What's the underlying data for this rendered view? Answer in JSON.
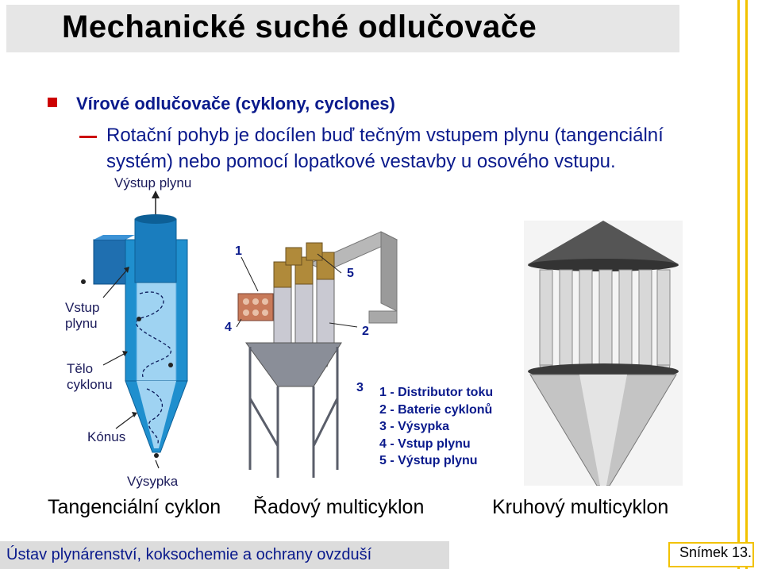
{
  "title": "Mechanické suché odlučovače",
  "bullet": "Vírové odlučovače (cyklony, cyclones)",
  "subbullet": "Rotační pohyb je docílen buď tečným vstupem plynu (tangenciální systém) nebo pomocí lopatkové vestavby u osového vstupu.",
  "cyclone_labels": {
    "outlet": "Výstup plynu",
    "inlet_line1": "Vstup",
    "inlet_line2": "plynu",
    "body_line1": "Tělo",
    "body_line2": "cyklonu",
    "cone": "Kónus",
    "hopper": "Výsypka"
  },
  "multicyclone_numbers": [
    "1",
    "2",
    "3",
    "4",
    "5"
  ],
  "legend": [
    "1 - Distributor toku",
    "2 - Baterie cyklonů",
    "3 - Výsypka",
    "4 - Vstup plynu",
    "5 - Výstup plynu"
  ],
  "captions": {
    "left": "Tangenciální cyklon",
    "middle": "Řadový multicyklon",
    "right": "Kruhový multicyklon"
  },
  "footer": "Ústav plynárenství, koksochemie a ochrany ovzduší",
  "slide_number": "Snímek 13.",
  "colors": {
    "accent_yellow": "#f2c200",
    "bullet_red": "#cc0000",
    "text_blue": "#0a1a8c",
    "cyclone_blue": "#1f8fce"
  }
}
